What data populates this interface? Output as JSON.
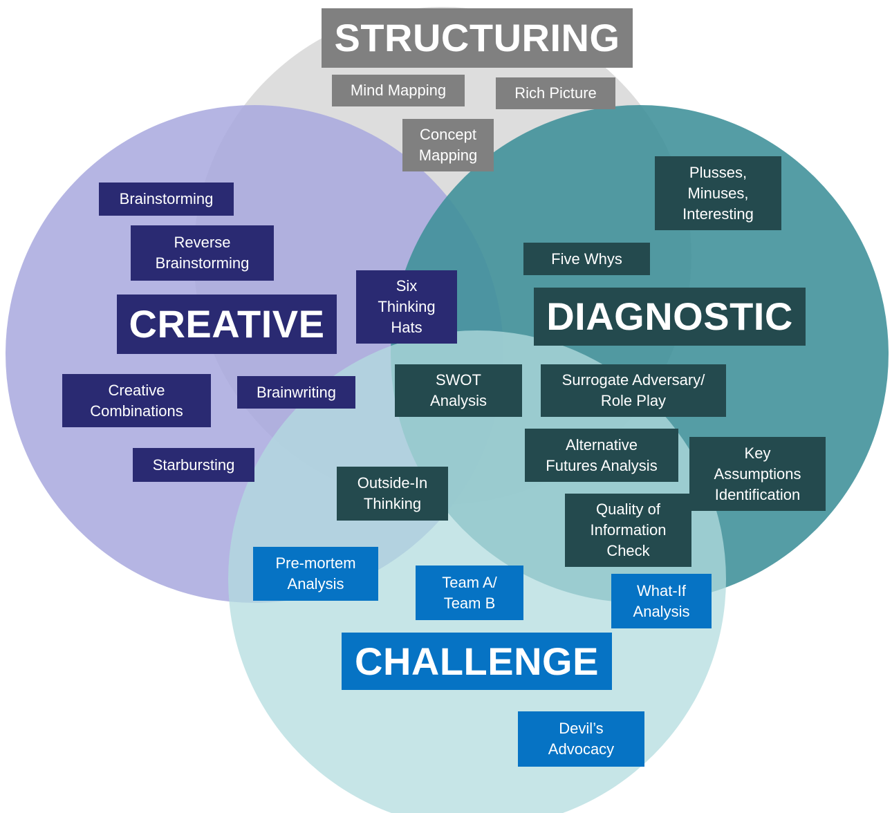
{
  "colors": {
    "structuring_circle": "#d9d9d9",
    "creative_circle": "#a8a8de",
    "diagnostic_circle": "#3d8f98",
    "challenge_circle": "#b3dcdf",
    "grey_box": "#808080",
    "navy_box": "#2a2a72",
    "teal_box": "#244a4e",
    "blue_box": "#0673c4"
  },
  "headings": {
    "structuring": "STRUCTURING",
    "creative": "CREATIVE",
    "diagnostic": "DIAGNOSTIC",
    "challenge": "CHALLENGE"
  },
  "techniques": {
    "mind_mapping": "Mind Mapping",
    "rich_picture": "Rich Picture",
    "concept_mapping": "Concept\nMapping",
    "brainstorming": "Brainstorming",
    "reverse_brainstorming": "Reverse\nBrainstorming",
    "six_thinking_hats": "Six\nThinking\nHats",
    "creative_combinations": "Creative\nCombinations",
    "brainwriting": "Brainwriting",
    "starbursting": "Starbursting",
    "plusses_minuses": "Plusses,\nMinuses,\nInteresting",
    "five_whys": "Five Whys",
    "swot": "SWOT\nAnalysis",
    "surrogate_adversary": "Surrogate Adversary/\nRole Play",
    "alternative_futures": "Alternative\nFutures Analysis",
    "key_assumptions": "Key\nAssumptions\nIdentification",
    "outside_in": "Outside-In\nThinking",
    "quality_of_information": "Quality of\nInformation\nCheck",
    "pre_mortem": "Pre-mortem\nAnalysis",
    "team_a_team_b": "Team A/\nTeam B",
    "what_if": "What-If\nAnalysis",
    "devils_advocacy": "Devil’s\nAdvocacy"
  }
}
